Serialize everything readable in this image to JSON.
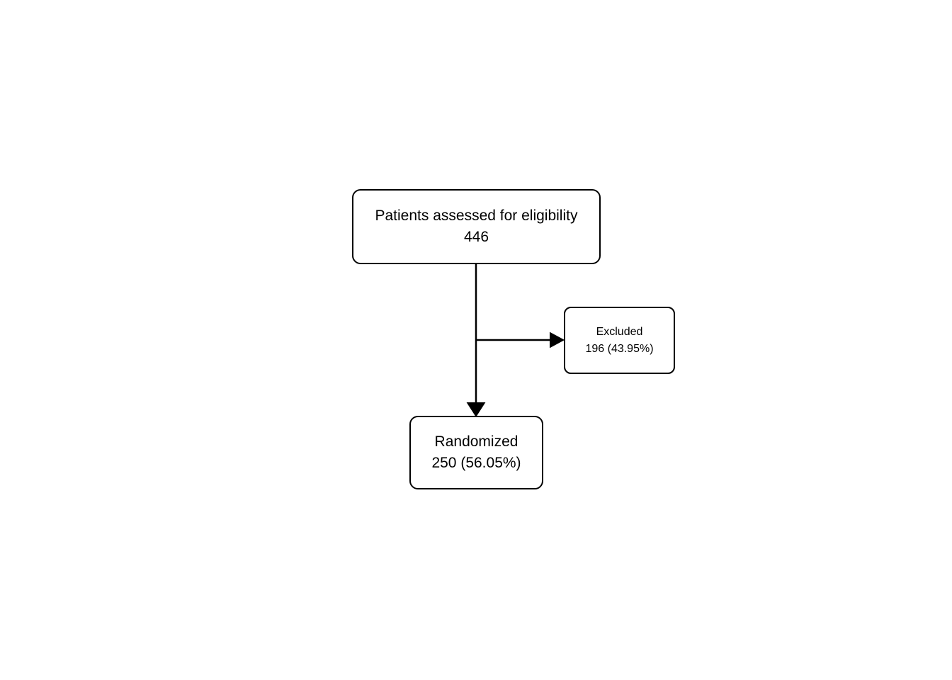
{
  "diagram": {
    "type": "flowchart",
    "background_color": "#ffffff",
    "box_fill_color": "#ffffff",
    "line_color": "#000000",
    "text_color": "#000000",
    "nodes": {
      "assessed": {
        "label": "Patients assessed for eligibility",
        "value": "446"
      },
      "excluded": {
        "label": "Excluded",
        "value": "196 (43.95%)"
      },
      "randomized": {
        "label": "Randomized",
        "value": "250 (56.05%)"
      }
    },
    "edges": [
      {
        "from": "assessed",
        "to": "randomized",
        "direction": "down"
      },
      {
        "from": "assessed",
        "to": "excluded",
        "direction": "right"
      }
    ]
  }
}
